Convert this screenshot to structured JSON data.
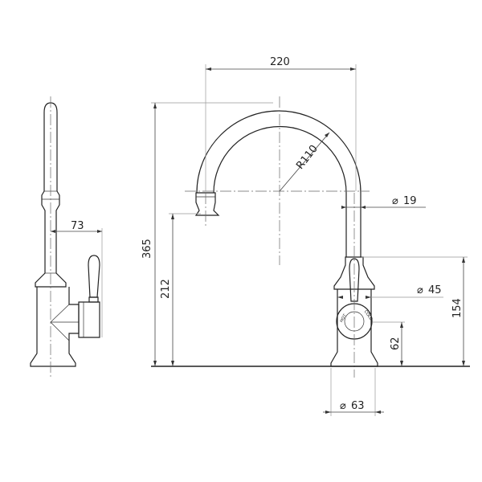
{
  "dimensions": {
    "spout_reach": "220",
    "overall_height": "365",
    "outlet_height": "212",
    "handle_height": "154",
    "handle_axis_height": "62",
    "spout_radius": "R110",
    "spout_diameter": "19",
    "body_diameter": "45",
    "base_diameter": "63",
    "handle_projection": "73"
  },
  "diameter_symbol": "⌀",
  "handle_labels": {
    "hot": "HOT",
    "cold": "COLD"
  }
}
